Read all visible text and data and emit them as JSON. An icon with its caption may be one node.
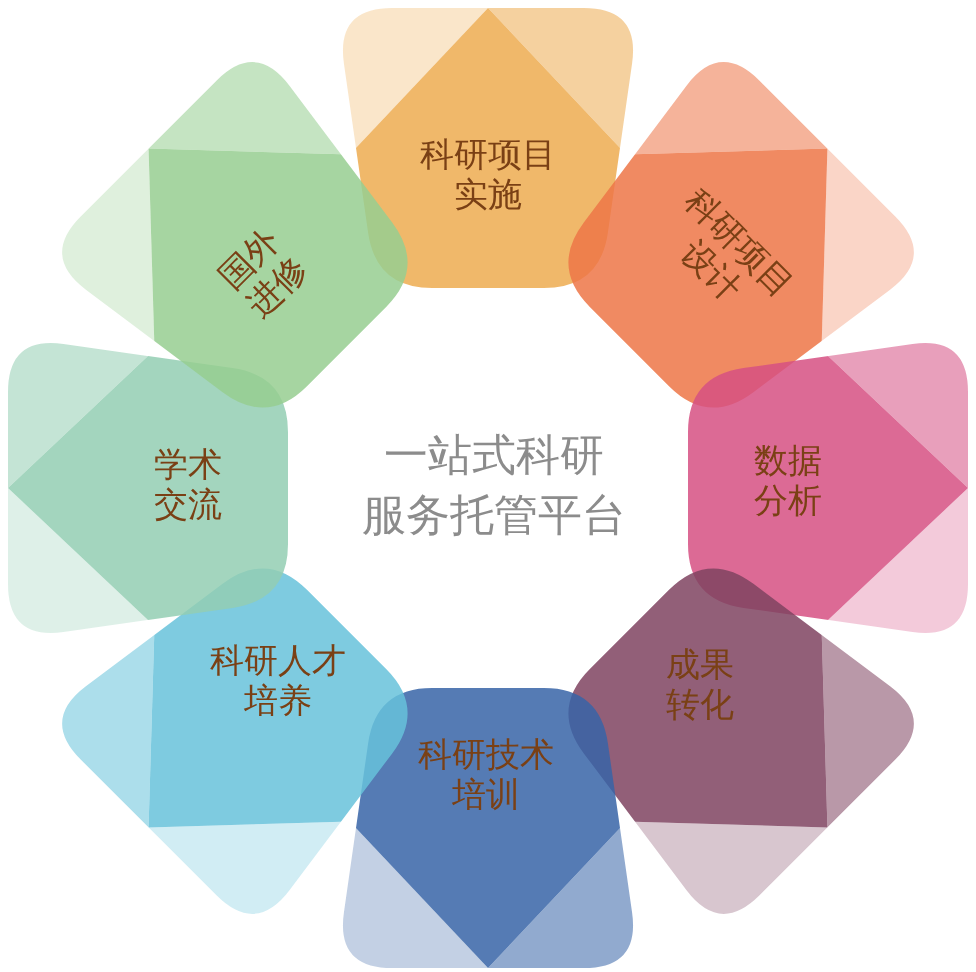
{
  "diagram": {
    "title": "一站式科研服务托管平台",
    "nodes": [
      {
        "text": [
          "科研项目实施"
        ]
      },
      {
        "text": [
          "科研项目设计"
        ]
      },
      {
        "text": [
          "数据分析"
        ]
      },
      {
        "text": [
          "成果转化"
        ]
      },
      {
        "text": [
          "科研技术培训"
        ]
      },
      {
        "text": [
          "科研人才培养"
        ]
      },
      {
        "text": [
          "学术交流"
        ]
      },
      {
        "text": [
          "国外进修"
        ]
      }
    ]
  }
}
